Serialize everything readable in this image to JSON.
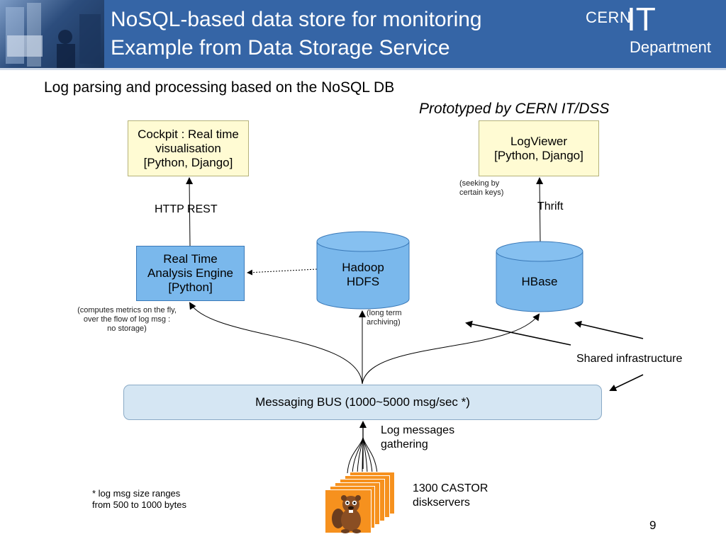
{
  "header": {
    "title_line1": "NoSQL-based data store for monitoring",
    "title_line2": "Example from Data Storage Service",
    "logo_cern": "CERN",
    "logo_it": "IT",
    "logo_department": "Department"
  },
  "subtitle": "Log parsing and processing based on the NoSQL DB",
  "byline": "Prototyped by CERN IT/DSS",
  "nodes": {
    "cockpit": "Cockpit : Real time\nvisualisation\n[Python, Django]",
    "logviewer": "LogViewer\n[Python, Django]",
    "rtae": "Real Time\nAnalysis Engine\n[Python]",
    "hadoop": "Hadoop\nHDFS",
    "hbase": "HBase",
    "bus": "Messaging BUS (1000~5000 msg/sec *)"
  },
  "labels": {
    "http_rest": "HTTP REST",
    "thrift": "Thrift",
    "seeking": "(seeking by\ncertain keys)",
    "computes": "(computes metrics on the fly,\nover the flow of log msg :\nno storage)",
    "archiving": "(long term\narchiving)",
    "shared": "Shared infrastructure",
    "gathering": "Log messages\ngathering",
    "castor": "1300 CASTOR\ndiskservers",
    "footnote": "* log msg size ranges\nfrom 500 to 1000 bytes",
    "page_number": "9"
  },
  "colors": {
    "header_bg": "#3565a6",
    "yellow_box": "#fffbd3",
    "blue_box": "#7ab8ec",
    "bus": "#d5e6f3",
    "server": "#f6911e"
  }
}
